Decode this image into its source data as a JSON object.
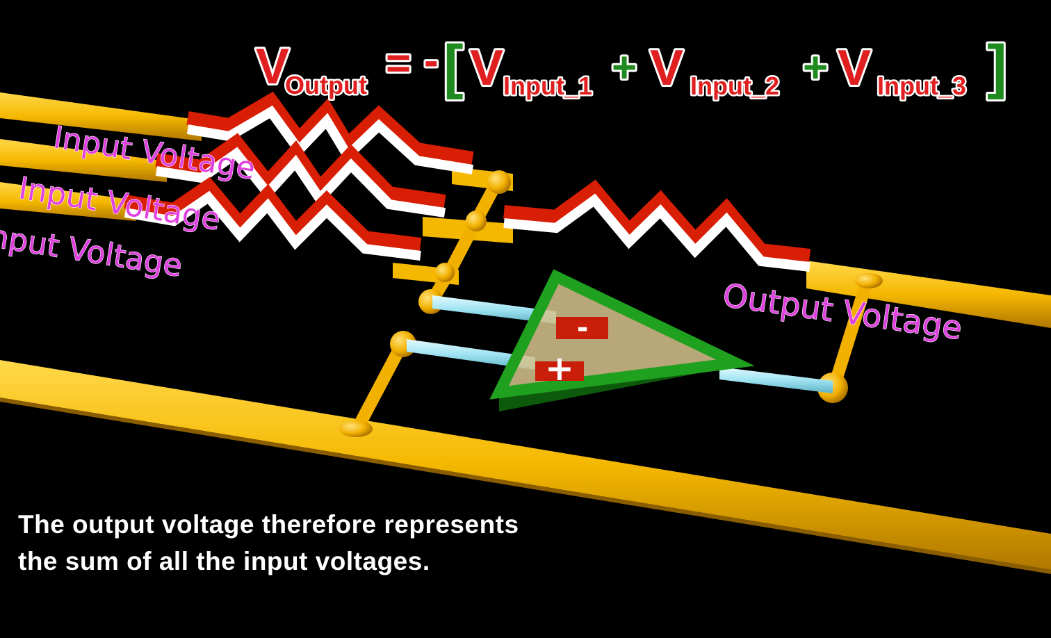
{
  "formula": {
    "lhs_symbol": "V",
    "lhs_subscript": "Output",
    "equals": "=",
    "minus": "-",
    "bracket_open": "[",
    "term1_symbol": "V",
    "term1_subscript": "Input_1",
    "plus1": "+",
    "term2_symbol": "V",
    "term2_subscript": "Input_2",
    "plus2": "+",
    "term3_symbol": "V",
    "term3_subscript": "Input_3",
    "bracket_close": "]"
  },
  "labels": {
    "input_1": "Input Voltage",
    "input_2": "Input Voltage",
    "input_3": "Input Voltage",
    "output": "Output Voltage",
    "opamp_minus": "-",
    "opamp_plus": "+"
  },
  "caption": {
    "line1": "The output voltage therefore represents",
    "line2": "the sum of all the input voltages."
  },
  "colors": {
    "background": "#000000",
    "wire": "#f5b800",
    "wire_dark": "#c78a00",
    "resistor_top": "#ffffff",
    "resistor_side": "#d81e05",
    "opamp_frame": "#1fa01f",
    "connector": "#9fe3f2",
    "label": "#e040e0",
    "formula_red": "#e02020",
    "formula_green": "#1f8a1f"
  }
}
